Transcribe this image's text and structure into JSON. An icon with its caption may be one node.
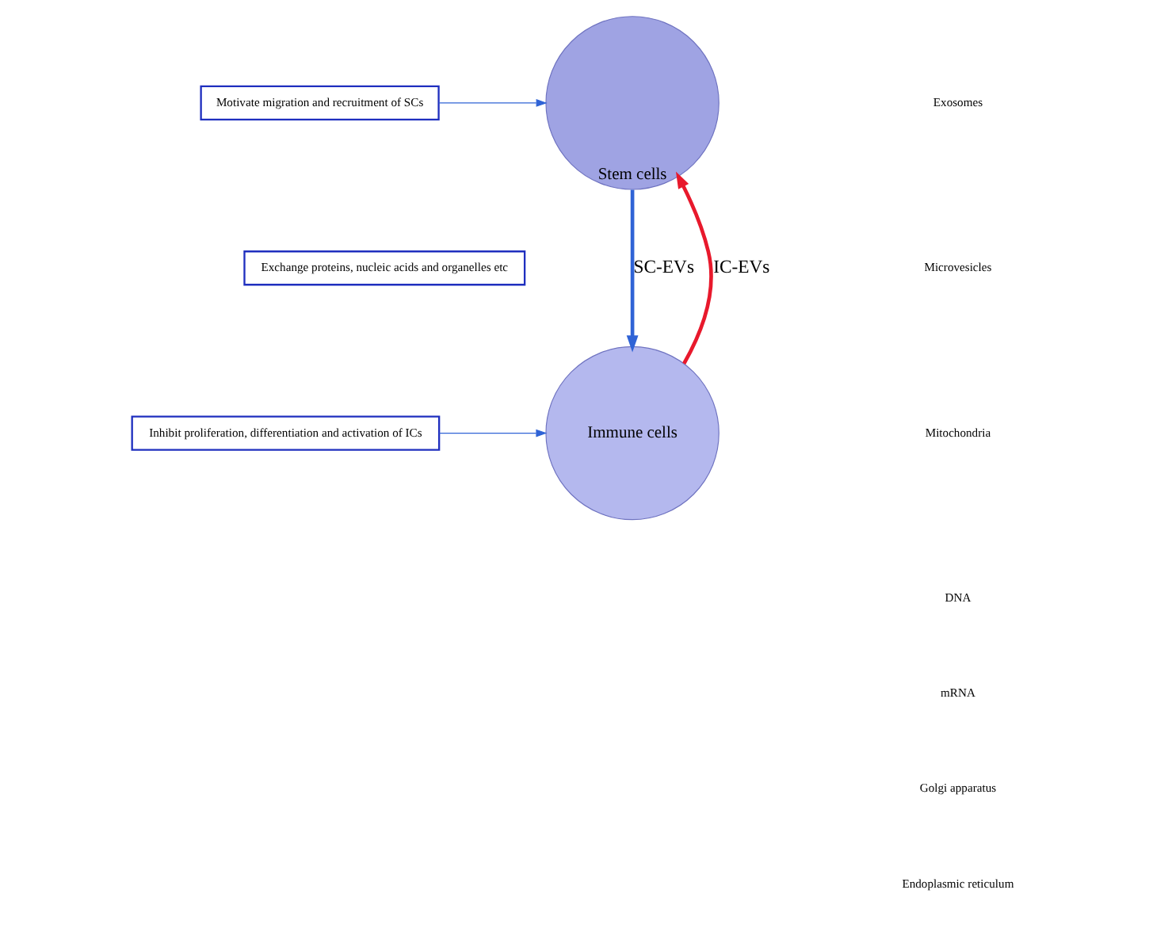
{
  "diagram": {
    "nodes": [
      {
        "text": [
          "Stem cells"
        ]
      },
      {
        "text": [
          "Motivate migration and recruitment of SCs"
        ]
      },
      {
        "text": [
          "Exchange proteins, nucleic acids and organelles etc"
        ]
      },
      {
        "text": [
          "Immune cells"
        ]
      },
      {
        "text": [
          "Inhibit proliferation, differentiation and activation of ICs"
        ]
      }
    ],
    "edges": [
      {
        "from": 0,
        "to": 3,
        "arrow": "to",
        "label": "SC-EVs",
        "style": "thick"
      },
      {
        "from": 3,
        "to": 0,
        "arrow": "to",
        "label": "IC-EVs",
        "style": "thick",
        "color": "#e8192c"
      },
      {
        "from": 1,
        "to": 0,
        "arrow": "to"
      },
      {
        "from": 4,
        "to": 3,
        "arrow": "to"
      }
    ],
    "legend": [
      {
        "text": "Exosomes"
      },
      {
        "text": "Microvesicles"
      },
      {
        "text": "Mitochondria"
      },
      {
        "text": "DNA"
      },
      {
        "text": "mRNA"
      },
      {
        "text": "Golgi apparatus"
      },
      {
        "text": "Endoplasmic reticulum"
      }
    ]
  }
}
